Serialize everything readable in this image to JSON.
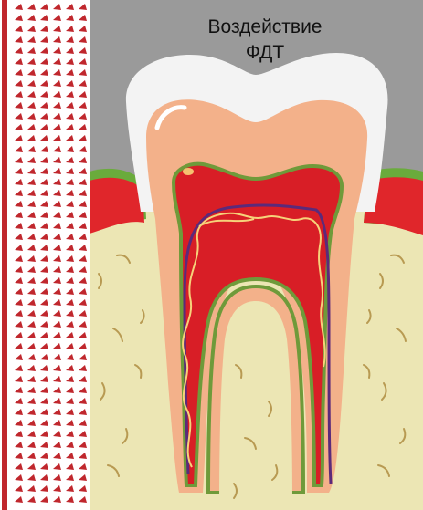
{
  "caption": {
    "line1": "Воздействие",
    "line2": "ФДТ"
  },
  "colors": {
    "background_gray": "#9a9a9a",
    "enamel": "#f3f3f3",
    "dentin": "#f3b18a",
    "pulp": "#d81e26",
    "pulp_border": "#6f9a3a",
    "gum": "#e0262b",
    "gum_edge": "#6aab3c",
    "bone": "#ece6b4",
    "bone_marks": "#b89a52",
    "nerve": "#5b2a7a",
    "vessel": "#f6d27a",
    "pattern": "#c0272d"
  },
  "icons": {
    "tooth": "tooth-cross-section",
    "pattern": "triangle-pattern"
  }
}
